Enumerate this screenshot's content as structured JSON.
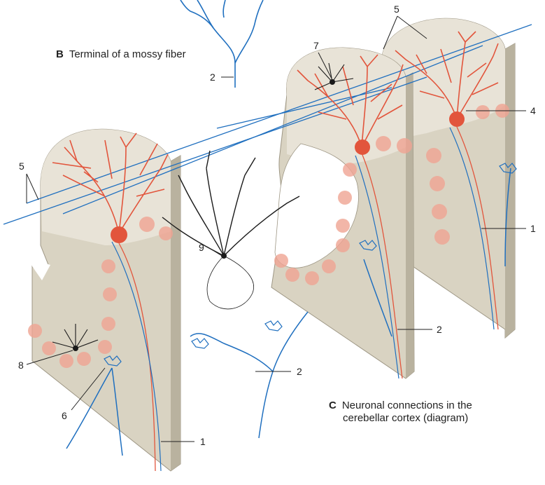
{
  "captions": {
    "b": {
      "letter": "B",
      "text": "Terminal of a mossy fiber"
    },
    "c": {
      "letter": "C",
      "line1": "Neuronal connections in the",
      "line2": "cerebellar cortex (diagram)"
    }
  },
  "labels": {
    "mossy_terminal": "2",
    "parallel_fibers_top": "5",
    "parallel_fibers_left": "5",
    "golgi_cell_top": "7",
    "purkinje_cell": "4",
    "climbing_fiber_right": "1",
    "basket_cell": "9",
    "mossy_fiber_mid": "2",
    "mossy_fiber_right": "2",
    "granule_cell": "8",
    "glomerulus": "6",
    "climbing_fiber_left": "1"
  },
  "colors": {
    "tissue": "#e6e1d4",
    "tissue_inner": "#d9d3c2",
    "slab_edge": "#bdb6a4",
    "dendrite": "#e2553c",
    "fiber": "#1f6fbf",
    "granule": "#f0a493",
    "neuron": "#1a1a1a"
  }
}
